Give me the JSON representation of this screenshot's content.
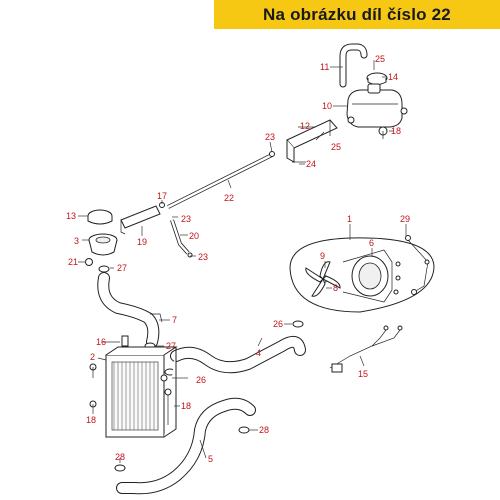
{
  "header": {
    "title": "Na obrázku díl číslo 22"
  },
  "callouts": [
    "1",
    "2",
    "3",
    "4",
    "5",
    "6",
    "7",
    "8",
    "9",
    "10",
    "11",
    "12",
    "13",
    "14",
    "15",
    "16",
    "17",
    "18",
    "19",
    "20",
    "21",
    "22",
    "23",
    "24",
    "25",
    "26",
    "27",
    "28",
    "29"
  ],
  "colors": {
    "banner": "#f6c814",
    "label": "#c0141c",
    "line": "#222222"
  }
}
